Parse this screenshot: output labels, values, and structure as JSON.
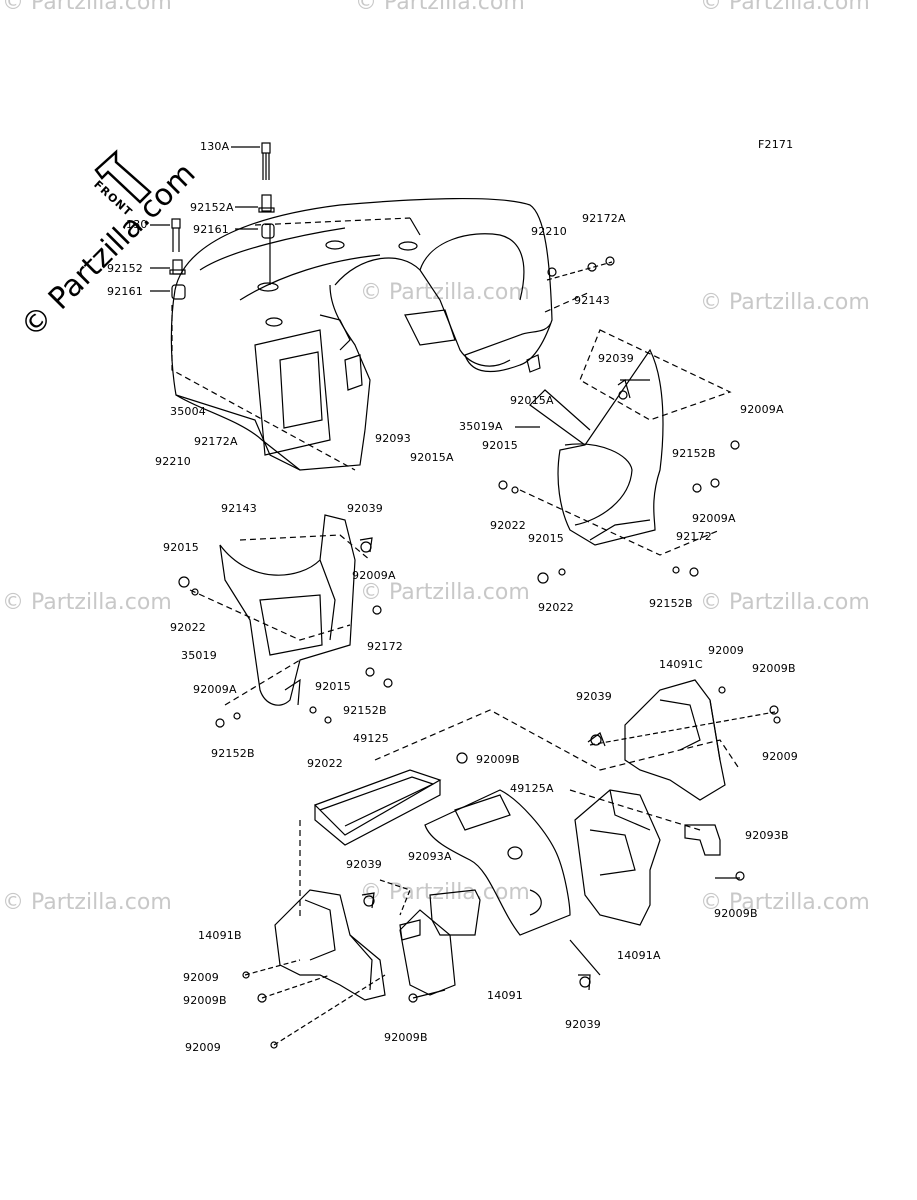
{
  "figure_code": "F2171",
  "front_arrow_text": "FRONT",
  "watermark_side": "© Partzilla.com",
  "watermark_faint": "© Partzilla.com",
  "labels": [
    {
      "id": "l-130a",
      "text": "130A"
    },
    {
      "id": "l-92152a",
      "text": "92152A"
    },
    {
      "id": "l-130",
      "text": "130"
    },
    {
      "id": "l-92161-a",
      "text": "92161"
    },
    {
      "id": "l-92152",
      "text": "92152"
    },
    {
      "id": "l-92161-b",
      "text": "92161"
    },
    {
      "id": "l-92210-a",
      "text": "92210"
    },
    {
      "id": "l-92172a-a",
      "text": "92172A"
    },
    {
      "id": "l-92143-a",
      "text": "92143"
    },
    {
      "id": "l-92039-a",
      "text": "92039"
    },
    {
      "id": "l-92015a-a",
      "text": "92015A"
    },
    {
      "id": "l-35004",
      "text": "35004"
    },
    {
      "id": "l-92093",
      "text": "92093"
    },
    {
      "id": "l-92015a-b",
      "text": "92015A"
    },
    {
      "id": "l-35019a",
      "text": "35019A"
    },
    {
      "id": "l-92009a-a",
      "text": "92009A"
    },
    {
      "id": "l-92172a-b",
      "text": "92172A"
    },
    {
      "id": "l-92210-b",
      "text": "92210"
    },
    {
      "id": "l-92143-b",
      "text": "92143"
    },
    {
      "id": "l-92015-a",
      "text": "92015"
    },
    {
      "id": "l-92152b-a",
      "text": "92152B"
    },
    {
      "id": "l-92009a-b",
      "text": "92009A"
    },
    {
      "id": "l-92022-a",
      "text": "92022"
    },
    {
      "id": "l-92015-b",
      "text": "92015"
    },
    {
      "id": "l-92172-a",
      "text": "92172"
    },
    {
      "id": "l-92022-b",
      "text": "92022"
    },
    {
      "id": "l-92152b-b",
      "text": "92152B"
    },
    {
      "id": "l-92039-b",
      "text": "92039"
    },
    {
      "id": "l-92015-c",
      "text": "92015"
    },
    {
      "id": "l-92009a-c",
      "text": "92009A"
    },
    {
      "id": "l-92022-c",
      "text": "92022"
    },
    {
      "id": "l-35019",
      "text": "35019"
    },
    {
      "id": "l-92172-b",
      "text": "92172"
    },
    {
      "id": "l-92009a-d",
      "text": "92009A"
    },
    {
      "id": "l-92015-d",
      "text": "92015"
    },
    {
      "id": "l-92152b-c",
      "text": "92152B"
    },
    {
      "id": "l-92152b-d",
      "text": "92152B"
    },
    {
      "id": "l-92022-d",
      "text": "92022"
    },
    {
      "id": "l-92009-a",
      "text": "92009"
    },
    {
      "id": "l-14091c",
      "text": "14091C"
    },
    {
      "id": "l-92009b-a",
      "text": "92009B"
    },
    {
      "id": "l-92039-c",
      "text": "92039"
    },
    {
      "id": "l-92009-b",
      "text": "92009"
    },
    {
      "id": "l-49125",
      "text": "49125"
    },
    {
      "id": "l-92009b-b",
      "text": "92009B"
    },
    {
      "id": "l-49125a",
      "text": "49125A"
    },
    {
      "id": "l-92093b",
      "text": "92093B"
    },
    {
      "id": "l-92039-d",
      "text": "92039"
    },
    {
      "id": "l-92093a",
      "text": "92093A"
    },
    {
      "id": "l-92009b-c",
      "text": "92009B"
    },
    {
      "id": "l-14091b",
      "text": "14091B"
    },
    {
      "id": "l-14091a",
      "text": "14091A"
    },
    {
      "id": "l-92009-c",
      "text": "92009"
    },
    {
      "id": "l-92009b-d",
      "text": "92009B"
    },
    {
      "id": "l-14091",
      "text": "14091"
    },
    {
      "id": "l-92039-e",
      "text": "92039"
    },
    {
      "id": "l-92009-d",
      "text": "92009"
    },
    {
      "id": "l-92009b-e",
      "text": "92009B"
    }
  ]
}
